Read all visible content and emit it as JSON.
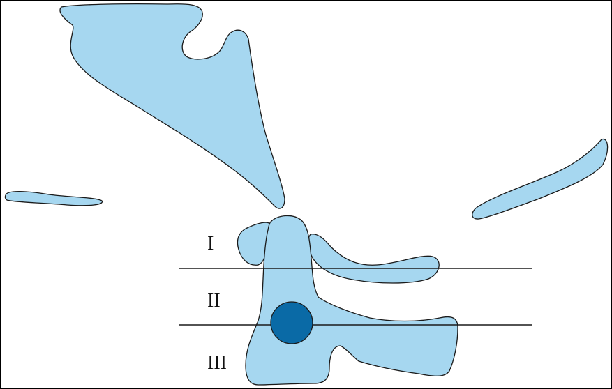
{
  "zones": [
    {
      "id": "I",
      "label": "I"
    },
    {
      "id": "II",
      "label": "II"
    },
    {
      "id": "III",
      "label": "III"
    }
  ],
  "colors": {
    "shape_fill": "#a6d7f0",
    "marker_fill": "#0a6aa6",
    "outline": "#1a1a1a",
    "background": "#ffffff"
  }
}
